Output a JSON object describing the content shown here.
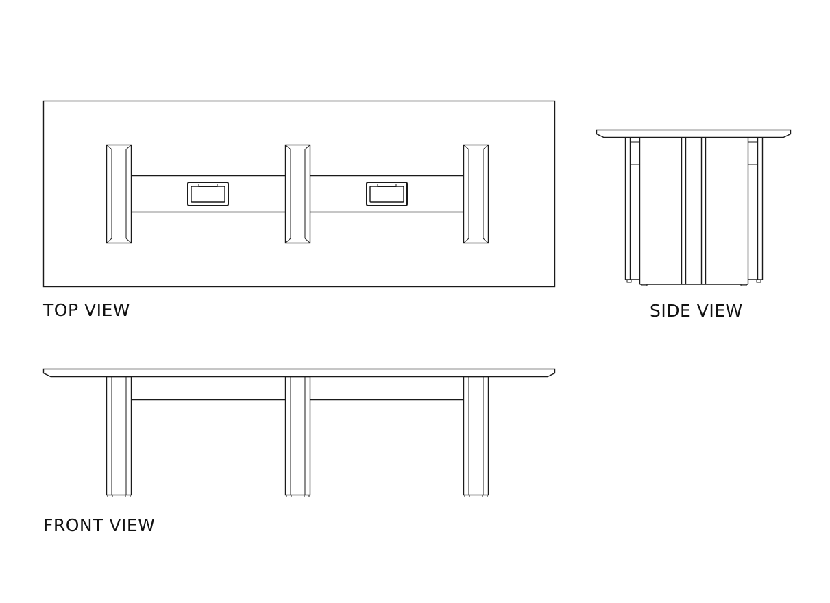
{
  "labels": {
    "top_view": "TOP VIEW",
    "side_view": "SIDE VIEW",
    "front_view": "FRONT VIEW"
  },
  "colors": {
    "line": "#1a1a1a",
    "background": "#ffffff"
  }
}
